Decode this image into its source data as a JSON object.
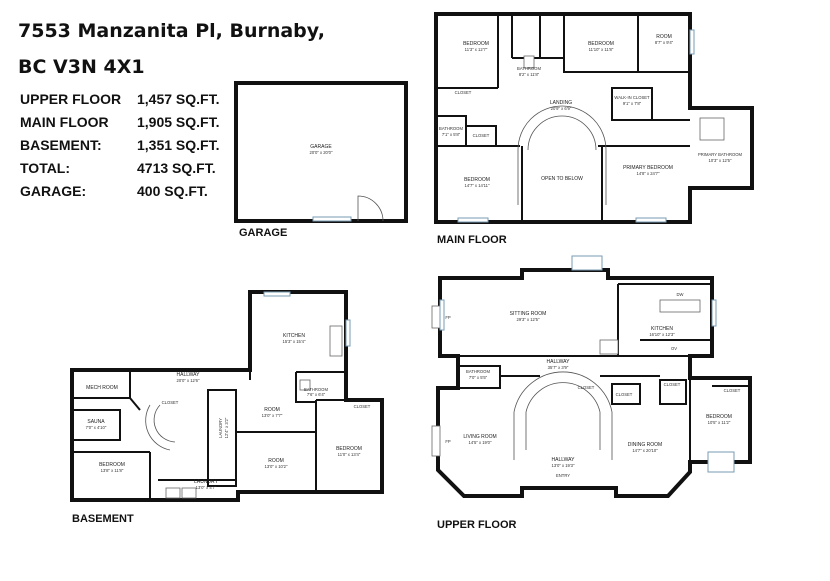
{
  "address": {
    "line1": "7553 Manzanita Pl, Burnaby,",
    "line2": "BC V3N 4X1"
  },
  "areas": [
    {
      "label": "UPPER FLOOR",
      "value": "1,457 SQ.FT."
    },
    {
      "label": "MAIN FLOOR",
      "value": "1,905 SQ.FT."
    },
    {
      "label": "BASEMENT:",
      "value": "1,351 SQ.FT."
    },
    {
      "label": "TOTAL:",
      "value": "4713 SQ.FT."
    },
    {
      "label": "GARAGE:",
      "value": "400 SQ.FT."
    }
  ],
  "plans": {
    "garage": {
      "title": "GARAGE",
      "rooms": [
        {
          "name": "GARAGE",
          "dims": "20'0\" x 20'0\""
        }
      ]
    },
    "main": {
      "title": "MAIN FLOOR",
      "rooms": [
        {
          "name": "BEDROOM",
          "dims": "11'3\" x 12'7\""
        },
        {
          "name": "BATHROOM",
          "dims": "8'2\" x 11'8\""
        },
        {
          "name": "BEDROOM",
          "dims": "11'10\" x 11'8\""
        },
        {
          "name": "ROOM",
          "dims": "8'7\" x 9'4\""
        },
        {
          "name": "CLOSET",
          "dims": ""
        },
        {
          "name": "LANDING",
          "dims": "20'9\" x 6'9\""
        },
        {
          "name": "WALK-IN CLOSET",
          "dims": "9'1\" x 7'8\""
        },
        {
          "name": "BATHROOM",
          "dims": "7'1\" x 5'8\""
        },
        {
          "name": "CLOSET",
          "dims": ""
        },
        {
          "name": "BEDROOM",
          "dims": "14'7\" x 14'11\""
        },
        {
          "name": "OPEN TO BELOW",
          "dims": ""
        },
        {
          "name": "PRIMARY BEDROOM",
          "dims": "14'8\" x 24'7\""
        },
        {
          "name": "PRIMARY BATHROOM",
          "dims": "10'3\" x 12'5\""
        }
      ]
    },
    "basement": {
      "title": "BASEMENT",
      "rooms": [
        {
          "name": "MECH ROOM",
          "dims": ""
        },
        {
          "name": "HALLWAY",
          "dims": "20'0\" x 12'6\""
        },
        {
          "name": "KITCHEN",
          "dims": "15'3\" x 15'4\""
        },
        {
          "name": "SAUNA",
          "dims": "7'0\" x 4'10\""
        },
        {
          "name": "CLOSET",
          "dims": ""
        },
        {
          "name": "BATHROOM",
          "dims": "7'6\" x 6'4\""
        },
        {
          "name": "ROOM",
          "dims": "13'0\" x 7'7\""
        },
        {
          "name": "CLOSET",
          "dims": ""
        },
        {
          "name": "BEDROOM",
          "dims": "13'8\" x 11'8\""
        },
        {
          "name": "LAUNDRY",
          "dims": "12'4\" x 3'2\""
        },
        {
          "name": "BEDROOM",
          "dims": "11'0\" x 13'4\""
        },
        {
          "name": "ROOM",
          "dims": "13'0\" x 10'2\""
        },
        {
          "name": "LAUNDRY",
          "dims": "13'0\" x 4'7\""
        }
      ]
    },
    "upper": {
      "title": "UPPER FLOOR",
      "rooms": [
        {
          "name": "SITTING ROOM",
          "dims": "29'3\" x 12'5\""
        },
        {
          "name": "DW",
          "dims": ""
        },
        {
          "name": "KITCHEN",
          "dims": "16'10\" x 12'3\""
        },
        {
          "name": "OV",
          "dims": ""
        },
        {
          "name": "HALLWAY",
          "dims": "35'7\" x 3'9\""
        },
        {
          "name": "BATHROOM",
          "dims": "7'0\" x 5'5\""
        },
        {
          "name": "CLOSET",
          "dims": ""
        },
        {
          "name": "CLOSET",
          "dims": ""
        },
        {
          "name": "CLOSET",
          "dims": ""
        },
        {
          "name": "CLOSET",
          "dims": ""
        },
        {
          "name": "LIVING ROOM",
          "dims": "14'5\" x 19'0\""
        },
        {
          "name": "HALLWAY",
          "dims": "13'0\" x 19'3\""
        },
        {
          "name": "DINING ROOM",
          "dims": "14'7\" x 20'10\""
        },
        {
          "name": "BEDROOM",
          "dims": "10'5\" x 11'2\""
        },
        {
          "name": "ENTRY",
          "dims": ""
        },
        {
          "name": "FP",
          "dims": ""
        },
        {
          "name": "FP",
          "dims": ""
        }
      ]
    }
  }
}
